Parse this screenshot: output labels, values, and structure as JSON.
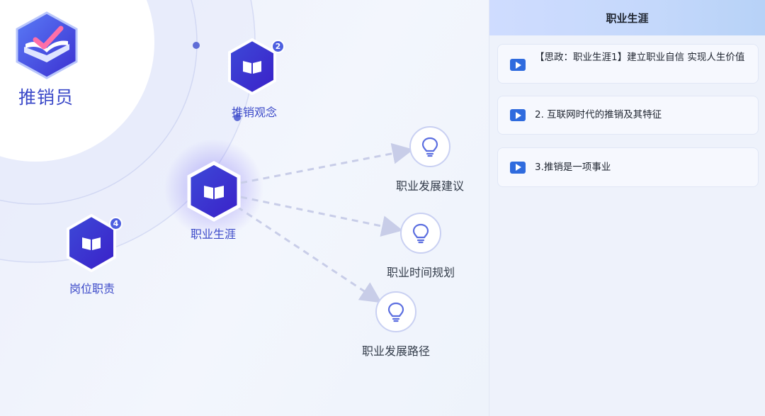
{
  "map": {
    "root": {
      "title": "推销员",
      "icon": "open-book-check-logo"
    },
    "nodes": [
      {
        "key": "tuixiao-guannian",
        "label": "推销观念",
        "badge": "2",
        "icon": "book-icon"
      },
      {
        "key": "zhiye-shengya",
        "label": "职业生涯",
        "badge": "",
        "icon": "book-icon",
        "active": true
      },
      {
        "key": "gangwei-zhize",
        "label": "岗位职责",
        "badge": "4",
        "icon": "book-icon"
      }
    ],
    "leaves": [
      {
        "label": "职业发展建议",
        "icon": "lightbulb-icon"
      },
      {
        "label": "职业时间规划",
        "icon": "lightbulb-icon"
      },
      {
        "label": "职业发展路径",
        "icon": "lightbulb-icon"
      }
    ],
    "colors": {
      "accent": "#4d5fe0",
      "hex_dark": "#3a2fd0",
      "dashed_link": "#c8cde8"
    }
  },
  "panel": {
    "title": "职业生涯",
    "lessons": [
      {
        "icon": "play-icon",
        "text": "【思政：职业生涯1】建立职业自信 实现人生价值"
      },
      {
        "icon": "play-icon",
        "text": "2. 互联网时代的推销及其特征"
      },
      {
        "icon": "play-icon",
        "text": "3.推销是一项事业"
      }
    ],
    "colors": {
      "play": "#2f6bde",
      "header": "#c4d8fb"
    }
  }
}
